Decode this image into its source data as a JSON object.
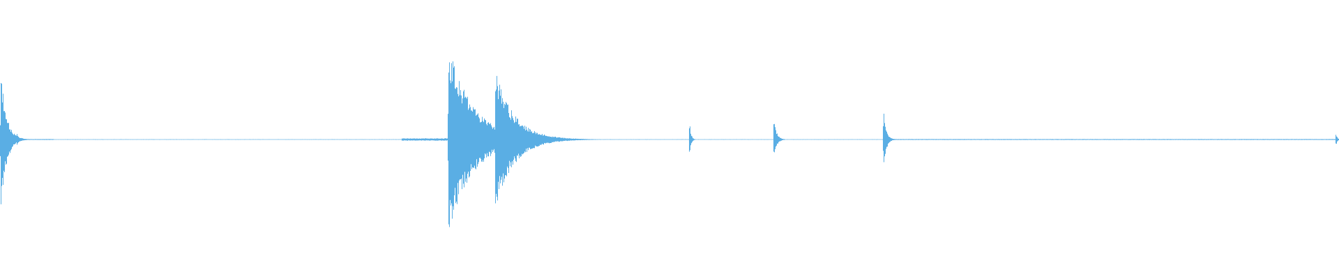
{
  "waveform": {
    "color": "#5aaee4",
    "background": "#ffffff",
    "amplitude_scale": 1.0,
    "sample_count": 1920,
    "events": [
      {
        "name": "start-transient",
        "t": 0.0005,
        "amp": 0.62,
        "decay": 0.004
      },
      {
        "name": "small-click-1",
        "t": 0.0125,
        "amp": 0.05,
        "decay": 0.002
      },
      {
        "name": "burst-1",
        "t": 0.335,
        "amp": 0.8,
        "decay": 0.018
      },
      {
        "name": "burst-2",
        "t": 0.37,
        "amp": 0.58,
        "decay": 0.014
      },
      {
        "name": "tick-1",
        "t": 0.515,
        "amp": 0.18,
        "decay": 0.001
      },
      {
        "name": "tick-2",
        "t": 0.578,
        "amp": 0.18,
        "decay": 0.002
      },
      {
        "name": "tick-3",
        "t": 0.66,
        "amp": 0.25,
        "decay": 0.002
      },
      {
        "name": "end-tick",
        "t": 0.998,
        "amp": 0.06,
        "decay": 0.001
      }
    ],
    "noise_floor": [
      {
        "from": 0.0,
        "to": 0.04,
        "level": 0.004
      },
      {
        "from": 0.04,
        "to": 0.3,
        "level": 0.002
      },
      {
        "from": 0.3,
        "to": 0.383,
        "level": 0.01
      },
      {
        "from": 0.383,
        "to": 0.66,
        "level": 0.002
      },
      {
        "from": 0.66,
        "to": 1.0,
        "level": 0.004
      }
    ]
  }
}
